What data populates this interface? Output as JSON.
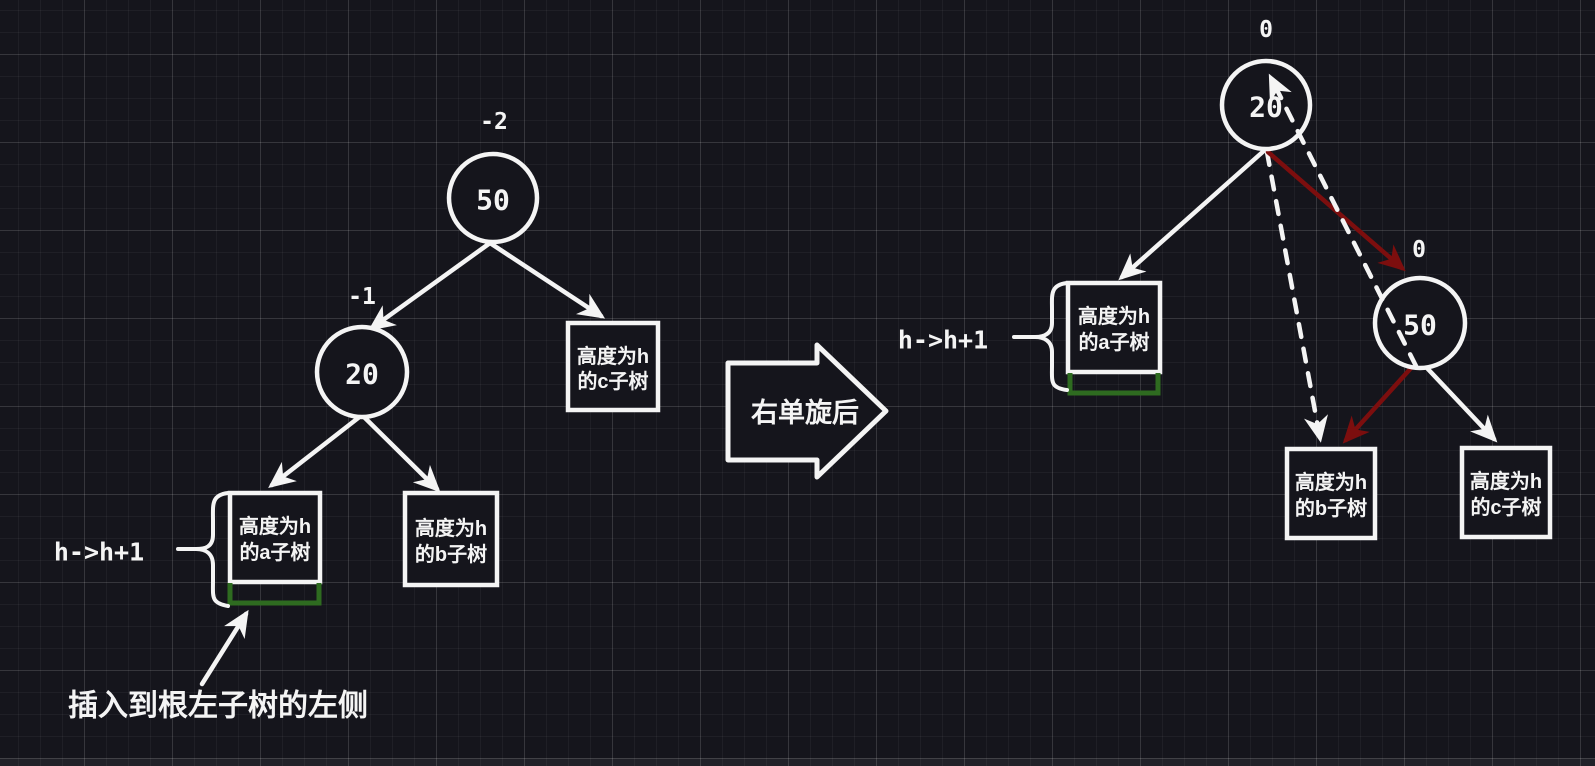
{
  "colors": {
    "background": "#15151c",
    "stroke": "#f4f4f4",
    "new_link_red": "#7c0e0e",
    "highlight_green": "#2e6b20"
  },
  "left_tree": {
    "root_balance": "-2",
    "root_value": "50",
    "child_balance": "-1",
    "child_value": "20",
    "subtree_a_line1": "高度为h",
    "subtree_a_line2": "的a子树",
    "subtree_b_line1": "高度为h",
    "subtree_b_line2": "的b子树",
    "subtree_c_line1": "高度为h",
    "subtree_c_line2": "的c子树",
    "height_change_label": "h->h+1",
    "insert_annotation": "插入到根左子树的左侧"
  },
  "transform_arrow": {
    "label": "右单旋后"
  },
  "right_tree": {
    "root_balance": "0",
    "root_value": "20",
    "child_balance": "0",
    "child_value": "50",
    "subtree_a_line1": "高度为h",
    "subtree_a_line2": "的a子树",
    "subtree_b_line1": "高度为h",
    "subtree_b_line2": "的b子树",
    "subtree_c_line1": "高度为h",
    "subtree_c_line2": "的c子树",
    "height_change_label": "h->h+1"
  }
}
